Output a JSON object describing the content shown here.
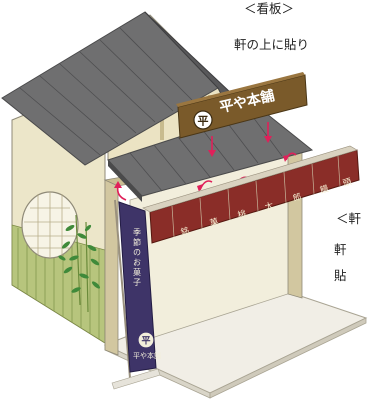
{
  "labels": {
    "signboard_heading": "＜看板＞",
    "signboard_note": "軒の上に貼り",
    "eave_heading": "＜軒",
    "eave_note_1": "軒",
    "eave_note_2": "貼"
  },
  "signboard": {
    "crest": "平",
    "text": "平や本舗"
  },
  "eave_sign": {
    "chars": [
      "銘",
      "菓",
      "桃",
      "太",
      "郎",
      "饅",
      "頭"
    ]
  },
  "banner": {
    "line_1": "季節のお菓子",
    "crest": "平",
    "shop": "平や本舗"
  },
  "colors": {
    "roof": "#6f6f70",
    "roof_edge": "#4a4a4b",
    "wall": "#ece6c9",
    "wood": "#d2c7a0",
    "signboard": "#7a5a2a",
    "eave_sign": "#8a2d28",
    "banner": "#3e3468",
    "bamboo": "#9fb760",
    "arrow": "#e0205a"
  }
}
